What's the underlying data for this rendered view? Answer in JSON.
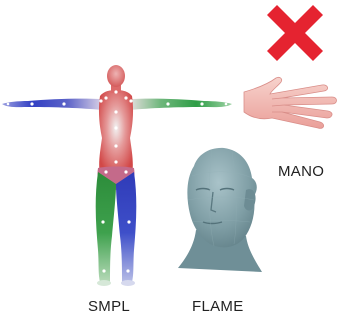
{
  "labels": {
    "smpl": "SMPL",
    "flame": "FLAME",
    "mano": "MANO"
  },
  "models": {
    "smpl": {
      "icon": "body-model-icon"
    },
    "mano": {
      "icon": "hand-model-icon"
    },
    "flame": {
      "icon": "head-model-icon"
    }
  },
  "status": {
    "mano": {
      "icon": "cross-icon"
    }
  },
  "colors": {
    "cross": "#e52330",
    "head_mesh": "#7f9ea5",
    "hand_skin": "#f2b9b3",
    "body_red": "#d95355",
    "body_green": "#2e9d46",
    "body_blue": "#3544c9",
    "joint_marker": "#ffffff"
  }
}
